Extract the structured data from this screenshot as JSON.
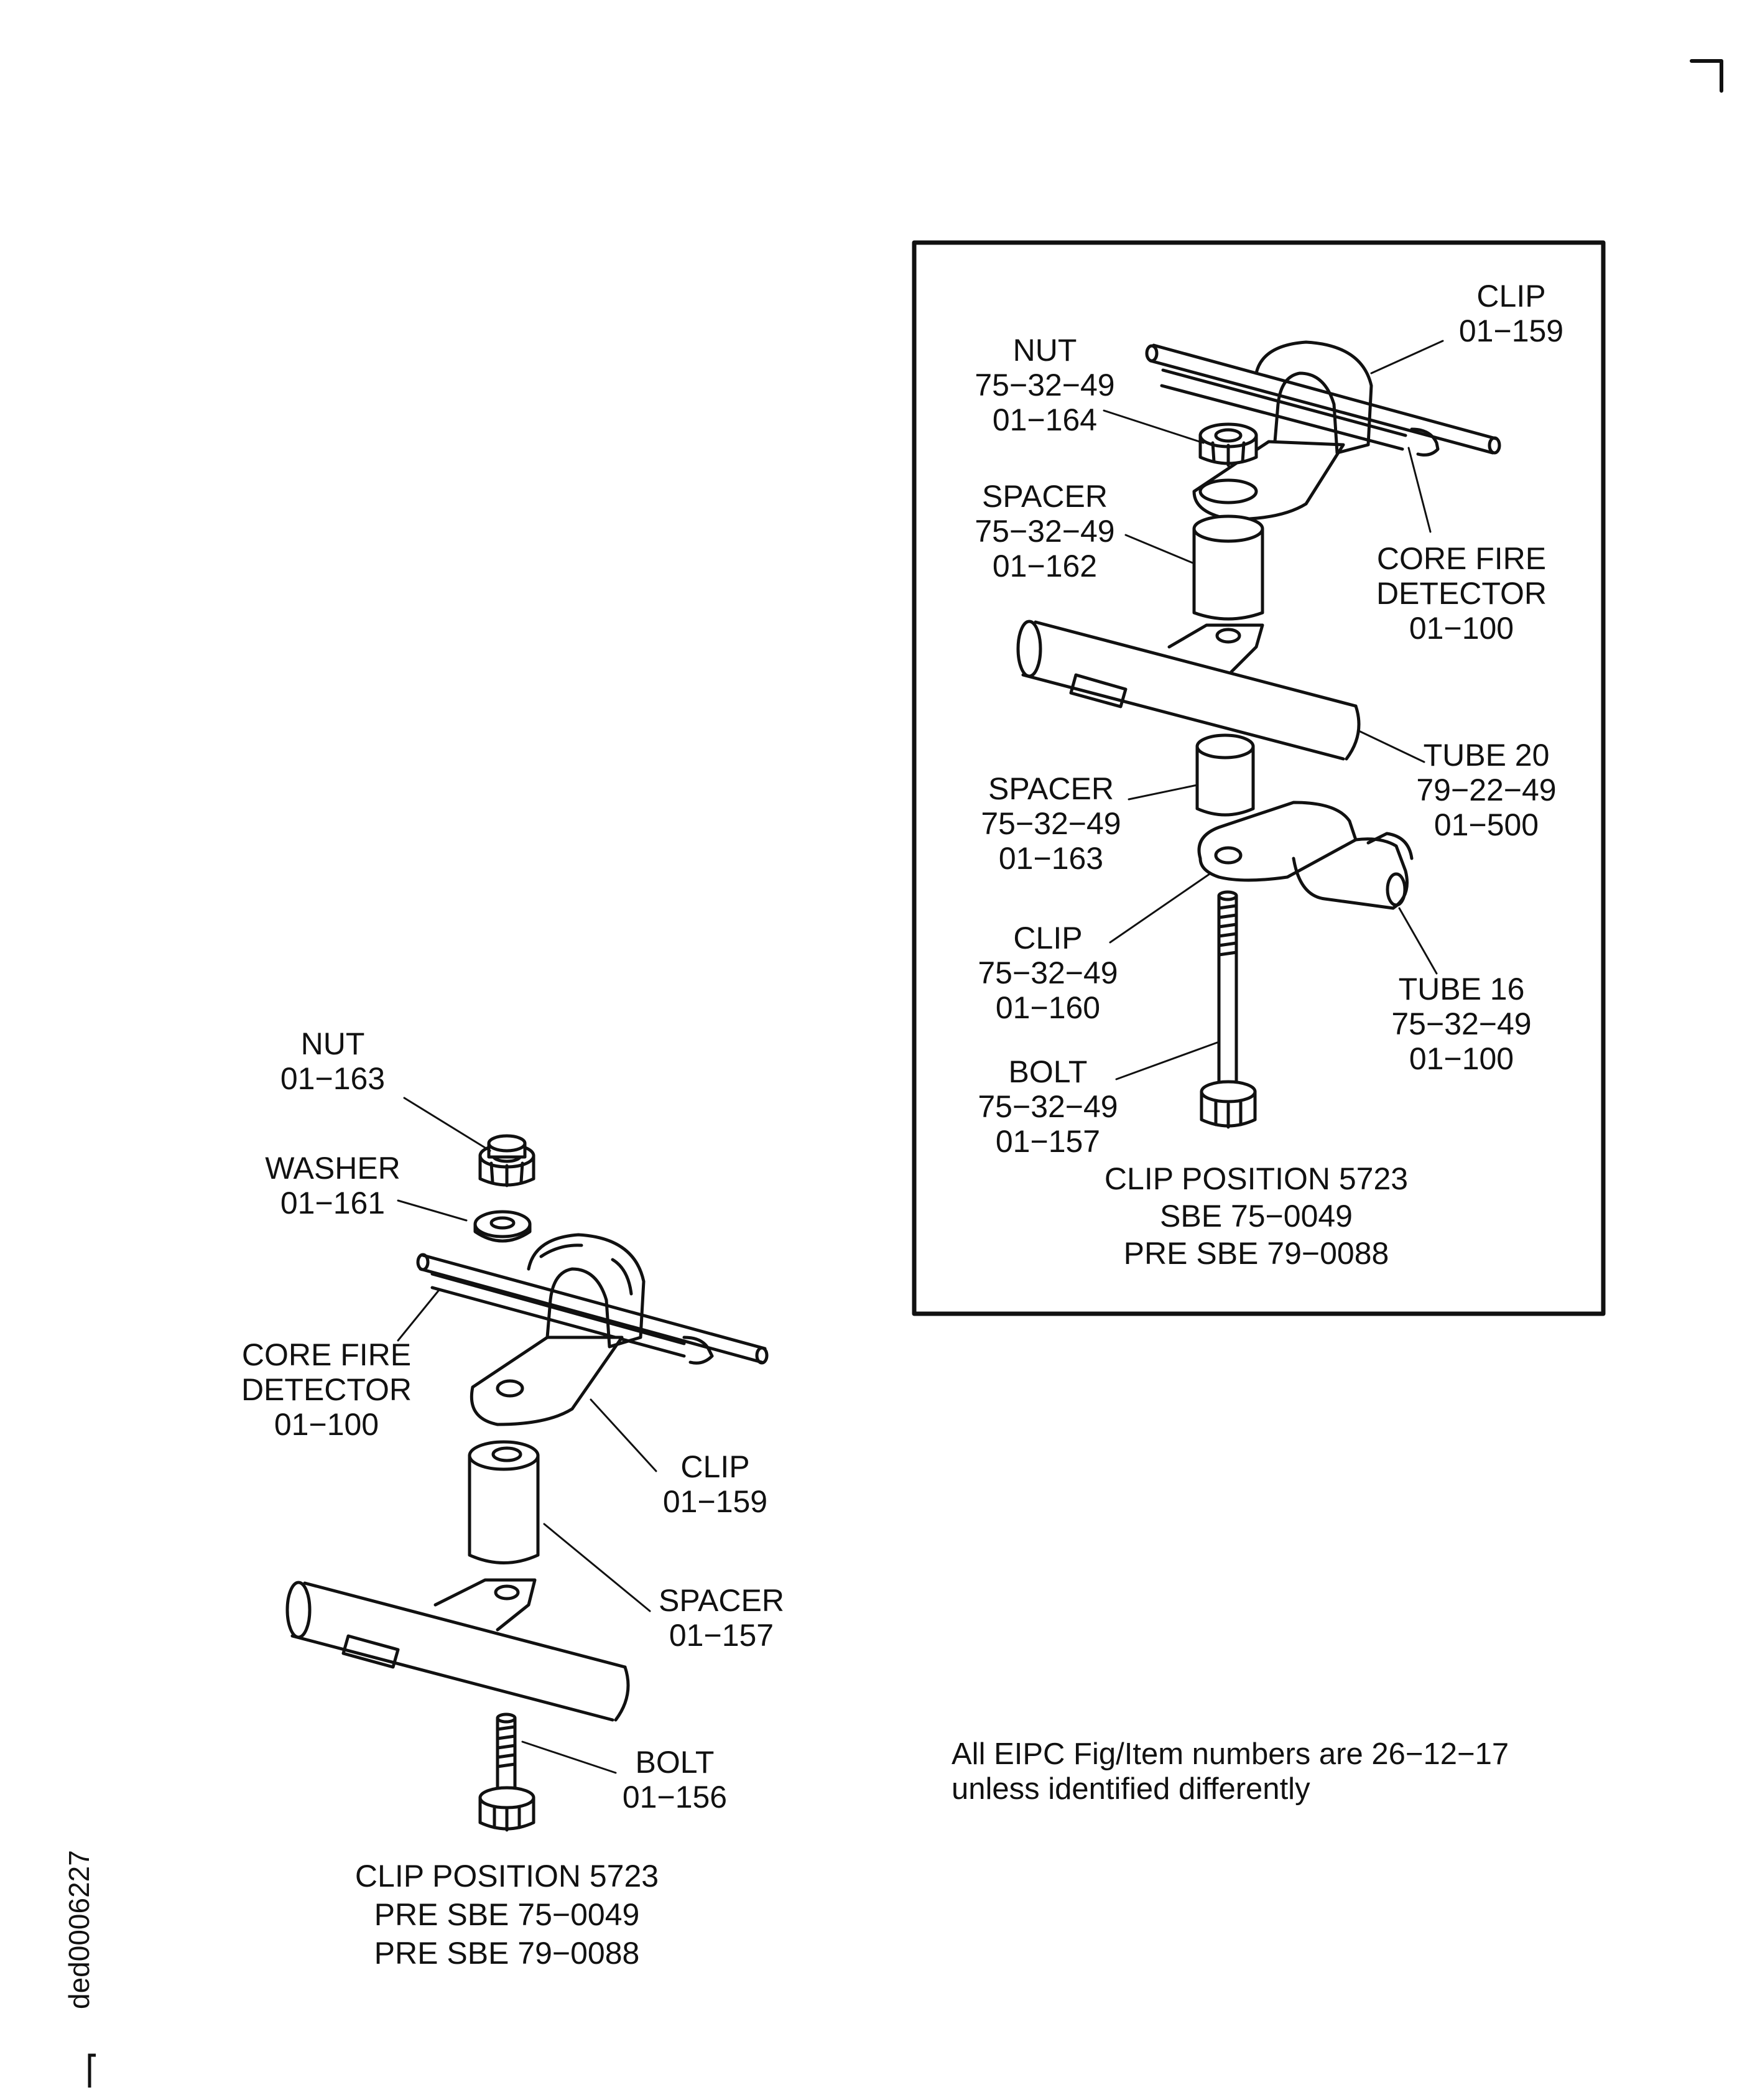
{
  "left_assembly": {
    "callouts": [
      {
        "name": "nut-label",
        "lines": [
          "NUT",
          "01−163"
        ]
      },
      {
        "name": "washer-label",
        "lines": [
          "WASHER",
          "01−161"
        ]
      },
      {
        "name": "core-fire-detector-label",
        "lines": [
          "CORE FIRE",
          "DETECTOR",
          "01−100"
        ]
      },
      {
        "name": "clip-label",
        "lines": [
          "CLIP",
          "01−159"
        ]
      },
      {
        "name": "spacer-label",
        "lines": [
          "SPACER",
          "01−157"
        ]
      },
      {
        "name": "bolt-label",
        "lines": [
          "BOLT",
          "01−156"
        ]
      }
    ],
    "caption": [
      "CLIP POSITION 5723",
      "PRE SBE 75−0049",
      "PRE SBE 79−0088"
    ]
  },
  "inset_assembly": {
    "callouts": [
      {
        "name": "inset-clip-top-label",
        "lines": [
          "CLIP",
          "01−159"
        ]
      },
      {
        "name": "inset-nut-label",
        "lines": [
          "NUT",
          "75−32−49",
          "01−164"
        ]
      },
      {
        "name": "inset-spacer-upper-label",
        "lines": [
          "SPACER",
          "75−32−49",
          "01−162"
        ]
      },
      {
        "name": "inset-core-fire-detector-label",
        "lines": [
          "CORE FIRE",
          "DETECTOR",
          "01−100"
        ]
      },
      {
        "name": "inset-tube-20-label",
        "lines": [
          "TUBE 20",
          "79−22−49",
          "01−500"
        ]
      },
      {
        "name": "inset-spacer-lower-label",
        "lines": [
          "SPACER",
          "75−32−49",
          "01−163"
        ]
      },
      {
        "name": "inset-clip-lower-label",
        "lines": [
          "CLIP",
          "75−32−49",
          "01−160"
        ]
      },
      {
        "name": "inset-tube-16-label",
        "lines": [
          "TUBE 16",
          "75−32−49",
          "01−100"
        ]
      },
      {
        "name": "inset-bolt-label",
        "lines": [
          "BOLT",
          "75−32−49",
          "01−157"
        ]
      }
    ],
    "caption": [
      "CLIP POSITION 5723",
      "SBE 75−0049",
      "PRE SBE 79−0088"
    ]
  },
  "note": [
    "All EIPC Fig/Item numbers are 26−12−17",
    "unless identified differently"
  ],
  "document_id": "ded0006227"
}
